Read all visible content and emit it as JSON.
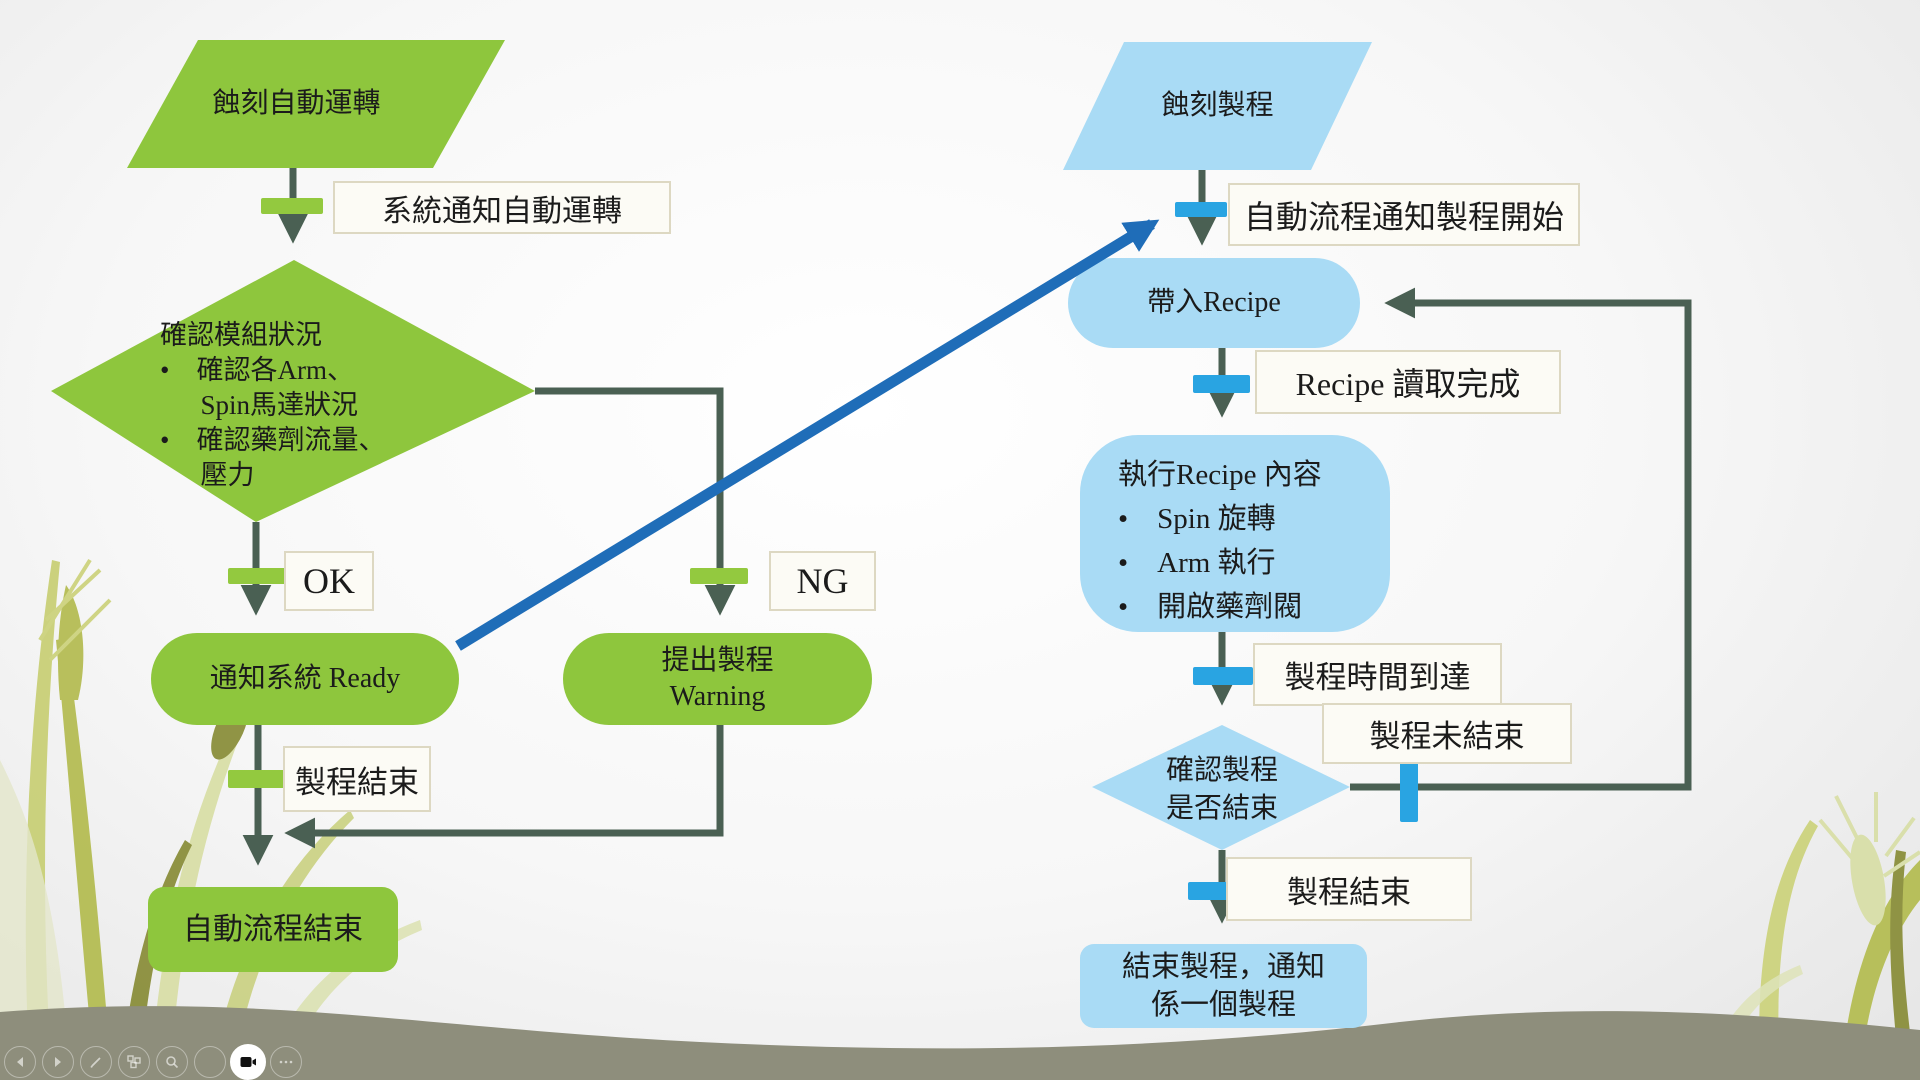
{
  "colors": {
    "green_shape": "#8ec63d",
    "green_connector_bar": "#93c93f",
    "dark_connector": "#4a6053",
    "light_blue_shape": "#a9dbf5",
    "bright_blue_bar": "#29a4e2",
    "diagonal_arrow_blue": "#1f6db8",
    "label_box_bg": "#fcfbf5",
    "label_box_border": "#ddd8c2",
    "hill": "#8e8e7c"
  },
  "left_flow": {
    "start": "蝕刻自動運轉",
    "label_notify": "系統通知自動運轉",
    "decision_lines": [
      "確認模組狀況",
      "•    確認各Arm、",
      "      Spin馬達狀況",
      "•    確認藥劑流量、",
      "      壓力"
    ],
    "ok_label": "OK",
    "ng_label": "NG",
    "ready": "通知系統 Ready",
    "warning_lines": [
      "提出製程",
      "Warning"
    ],
    "label_process_end": "製程結束",
    "end": "自動流程結束"
  },
  "right_flow": {
    "start": "蝕刻製程",
    "label_auto_start": "自動流程通知製程開始",
    "load_recipe": "帶入Recipe",
    "label_recipe_done": "Recipe 讀取完成",
    "exec_lines": [
      "執行Recipe 內容",
      "•    Spin 旋轉",
      "•    Arm 執行",
      "•    開啟藥劑閥"
    ],
    "label_time_reached": "製程時間到達",
    "label_not_ended": "製程未結束",
    "decision_lines": [
      "確認製程",
      "是否結束"
    ],
    "label_process_end": "製程結束",
    "end_lines": [
      "結束製程，通知",
      "係一個製程"
    ]
  },
  "toolbar": {
    "buttons": [
      "previous-slide",
      "next-slide",
      "pen",
      "see-all-slides",
      "zoom",
      "subtitles",
      "camera",
      "more-options"
    ]
  }
}
